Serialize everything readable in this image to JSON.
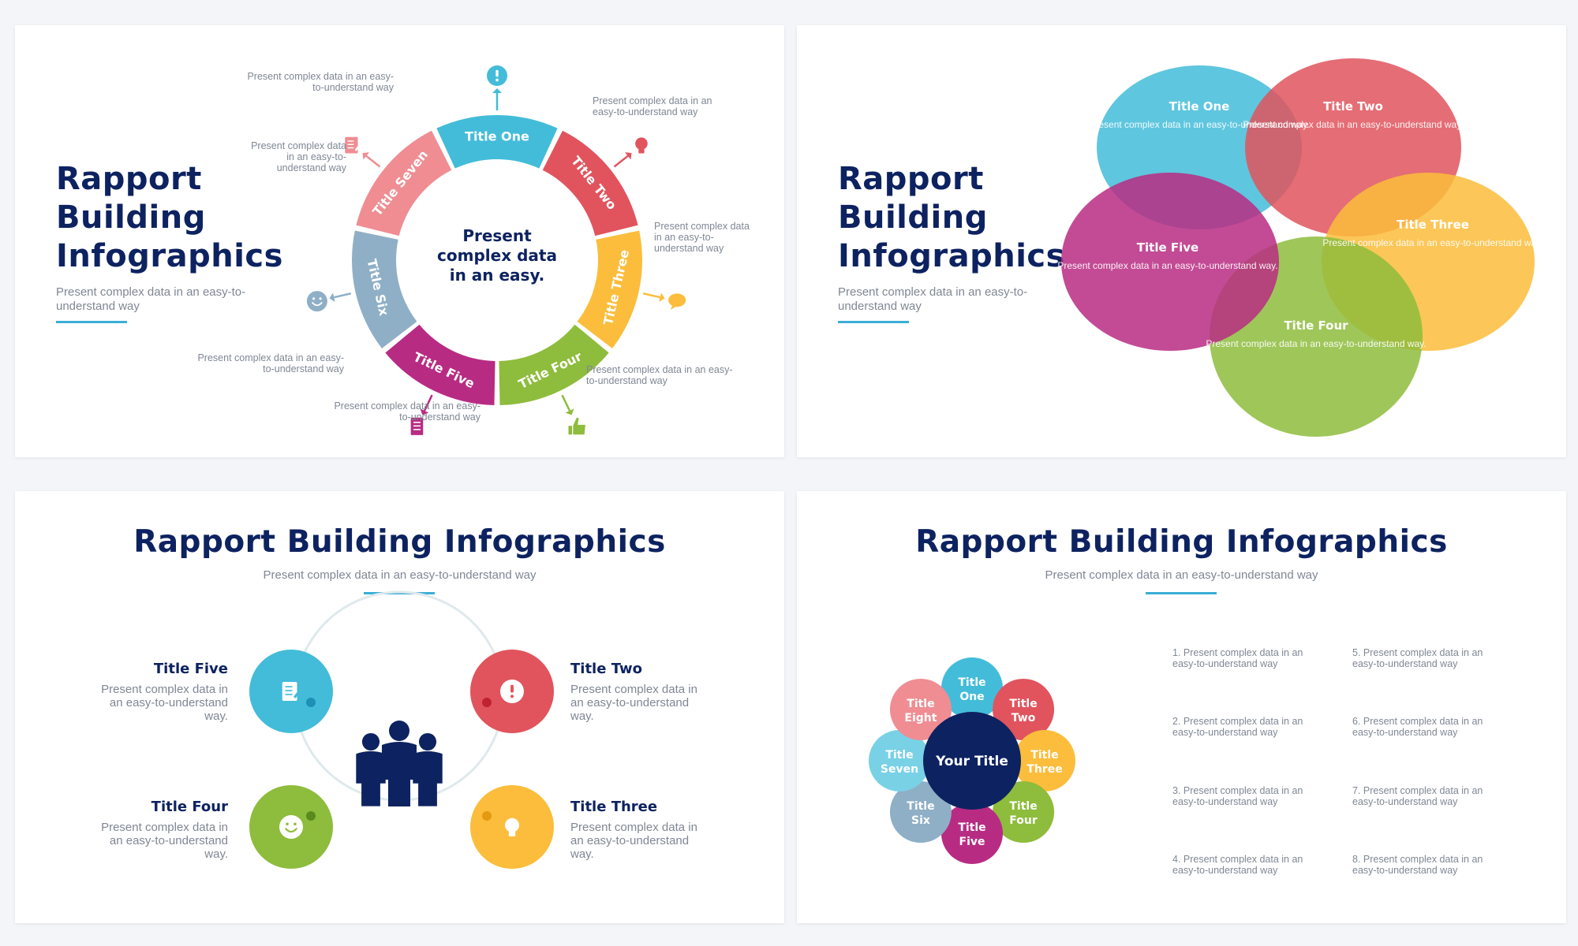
{
  "colors": {
    "navy": "#0d2260",
    "cyan": "#43bcd9",
    "red": "#e1545d",
    "yellow": "#fbbd3b",
    "green": "#8ebc3c",
    "magenta": "#b82b83",
    "slate": "#8fafc6",
    "pink": "#ef8d93",
    "lightcyan": "#79d1e6"
  },
  "slide1": {
    "title_line1": "Rapport",
    "title_line2": "Building",
    "title_line3": "Infographics",
    "subtitle": "Present complex data in an easy-to-understand way",
    "center_text": [
      "Present",
      "complex data",
      "in an easy."
    ],
    "segments": [
      {
        "label": "Title One",
        "color": "#43bcd9",
        "icon": "exclamation-icon",
        "desc": "Present complex data in an easy-to-understand way"
      },
      {
        "label": "Title Two",
        "color": "#e1545d",
        "icon": "lightbulb-icon",
        "desc": "Present complex data in an easy-to-understand way"
      },
      {
        "label": "Title Three",
        "color": "#fbbd3b",
        "icon": "chat-bubble-icon",
        "desc": "Present complex data in an easy-to-understand way"
      },
      {
        "label": "Title Four",
        "color": "#8ebc3c",
        "icon": "thumbs-up-icon",
        "desc": "Present complex data in an easy-to-understand way"
      },
      {
        "label": "Title Five",
        "color": "#b82b83",
        "icon": "document-icon",
        "desc": "Present complex data in an easy-to-understand way"
      },
      {
        "label": "Title Six",
        "color": "#8fafc6",
        "icon": "smiley-icon",
        "desc": "Present complex data in an easy-to-understand way"
      },
      {
        "label": "Title Seven",
        "color": "#ef8d93",
        "icon": "edit-icon",
        "desc": "Present complex data in an easy-to-understand way"
      }
    ]
  },
  "slide2": {
    "title_line1": "Rapport",
    "title_line2": "Building",
    "title_line3": "Infographics",
    "subtitle": "Present complex data in an easy-to-understand way",
    "ellipses": [
      {
        "title": "Title One",
        "desc": "Present complex data in an easy-to-understand way.",
        "color": "#43bcd9"
      },
      {
        "title": "Title Two",
        "desc": "Present complex data in an easy-to-understand way.",
        "color": "#e1545d"
      },
      {
        "title": "Title Three",
        "desc": "Present complex data in an easy-to-understand way.",
        "color": "#fbbd3b"
      },
      {
        "title": "Title Four",
        "desc": "Present complex data in an easy-to-understand way.",
        "color": "#8ebc3c"
      },
      {
        "title": "Title Five",
        "desc": "Present complex data in an easy-to-understand way.",
        "color": "#b82b83"
      }
    ]
  },
  "slide3": {
    "title": "Rapport Building Infographics",
    "subtitle": "Present complex data in an easy-to-understand way",
    "items": [
      {
        "title": "Title Five",
        "desc": "Present complex data in an easy-to-understand way.",
        "color": "#43bcd9",
        "icon": "edit-icon"
      },
      {
        "title": "Title Two",
        "desc": "Present complex data in an easy-to-understand way.",
        "color": "#e1545d",
        "icon": "exclamation-icon"
      },
      {
        "title": "Title Four",
        "desc": "Present complex data in an easy-to-understand way.",
        "color": "#8ebc3c",
        "icon": "smiley-icon"
      },
      {
        "title": "Title Three",
        "desc": "Present complex data in an easy-to-understand way.",
        "color": "#fbbd3b",
        "icon": "lightbulb-icon"
      }
    ]
  },
  "slide4": {
    "title": "Rapport Building Infographics",
    "subtitle": "Present complex data in an easy-to-understand way",
    "center": "Your Title",
    "nodes": [
      {
        "l1": "Title",
        "l2": "One",
        "color": "#43bcd9"
      },
      {
        "l1": "Title",
        "l2": "Two",
        "color": "#e1545d"
      },
      {
        "l1": "Title",
        "l2": "Three",
        "color": "#fbbd3b"
      },
      {
        "l1": "Title",
        "l2": "Four",
        "color": "#8ebc3c"
      },
      {
        "l1": "Title",
        "l2": "Five",
        "color": "#b82b83"
      },
      {
        "l1": "Title",
        "l2": "Six",
        "color": "#8fafc6"
      },
      {
        "l1": "Title",
        "l2": "Seven",
        "color": "#79d1e6"
      },
      {
        "l1": "Title",
        "l2": "Eight",
        "color": "#ef8d93"
      }
    ],
    "notes": [
      "1. Present complex data in an easy-to-understand way",
      "2. Present complex data in an easy-to-understand way",
      "3. Present complex data in an easy-to-understand way",
      "4. Present complex data in an easy-to-understand way",
      "5. Present complex data in an easy-to-understand way",
      "6. Present complex data in an easy-to-understand way",
      "7. Present complex data in an easy-to-understand way",
      "8. Present complex data in an easy-to-understand way"
    ]
  }
}
